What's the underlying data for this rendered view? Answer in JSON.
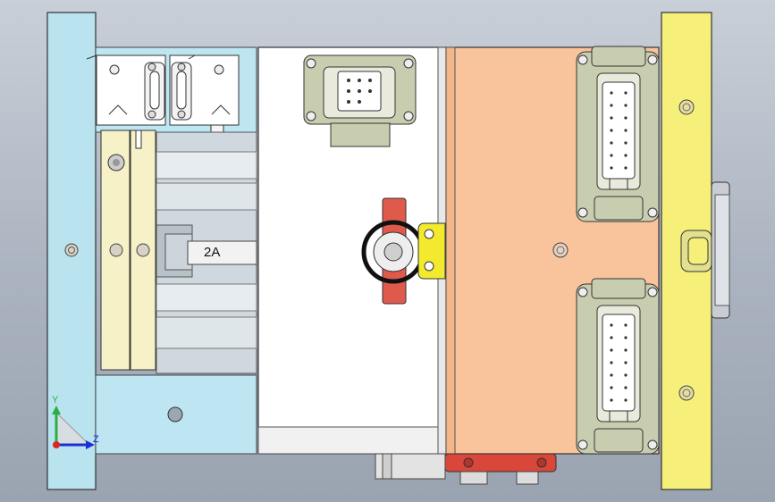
{
  "viewport": {
    "background_top": "#c9cfd8",
    "background_bottom": "#9aa3b0"
  },
  "parts": {
    "left_plate_color": "#b9e3ef",
    "sensor_box_color": "#ffffff",
    "guide_rail_color": "#f6f1c6",
    "center_block_color": "#ffffff",
    "right_block_color": "#f9c49c",
    "end_plate_color": "#f6f07a",
    "red_wheel_color": "#e05a4c",
    "yellow_hinge_color": "#f3ea2f",
    "bottom_red_block_color": "#d9463a",
    "connector_color": "#c9cdb0"
  },
  "annotations": {
    "cylinder_label": "2A"
  },
  "triad": {
    "y_label": "Y",
    "z_label": "Z",
    "x_color": "#1f2fd6",
    "y_color": "#28b042",
    "z_color": "#d6281f"
  }
}
